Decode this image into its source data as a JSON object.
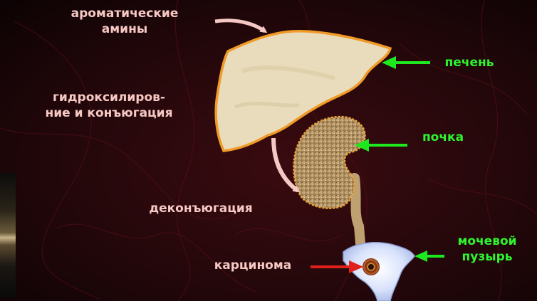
{
  "labels": {
    "aromatic_amines_line1": "ароматические",
    "aromatic_amines_line2": "амины",
    "hydroxylation_line1": "гидроксилиров-",
    "hydroxylation_line2": "ние и конъюгация",
    "deconjugation": "деконъюгация",
    "carcinoma": "карцинома",
    "liver": "печень",
    "kidney": "почка",
    "bladder_line1": "мочевой",
    "bladder_line2": "пузырь"
  },
  "colors": {
    "background": "#1a0607",
    "label_pink": "#f7c9c4",
    "label_green": "#2ef52e",
    "arrow_pink": "#f4c8c4",
    "arrow_green": "#1ee81e",
    "arrow_red": "#e0201a",
    "liver_fill": "#e9dcbc",
    "liver_outline": "#f09a28",
    "kidney_fill": "#b89868",
    "bladder_fill": "#c9d6f5"
  }
}
